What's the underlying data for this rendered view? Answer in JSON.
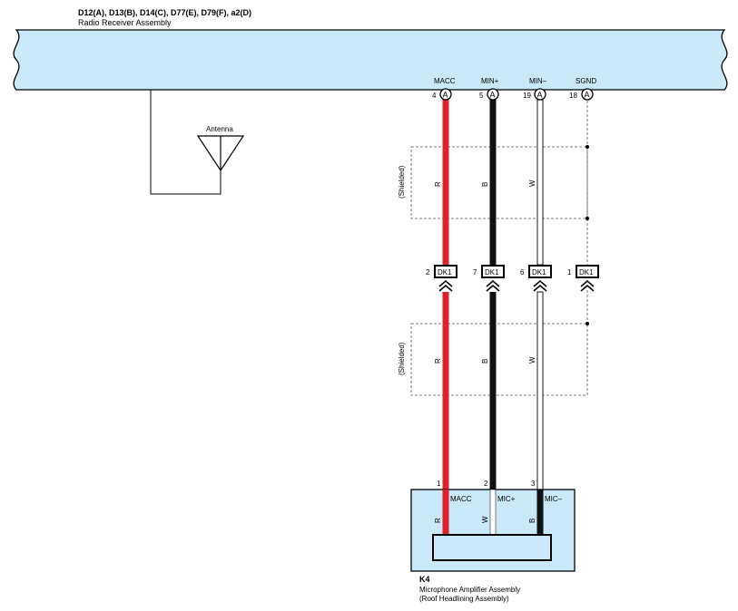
{
  "radio": {
    "connectors": "D12(A), D13(B), D14(C), D77(E), D79(F), a2(D)",
    "name": "Radio Receiver Assembly"
  },
  "antenna": {
    "label": "Antenna"
  },
  "colors": {
    "assembly_fill": "#c9e8f8",
    "red_wire": "#e0202a",
    "black_wire": "#111111",
    "white_wire": "#ffffff",
    "outline": "#000000",
    "shield_line": "#555555"
  },
  "terminals": [
    {
      "signal": "MACC",
      "pin": "4",
      "connector": "A"
    },
    {
      "signal": "MIN+",
      "pin": "5",
      "connector": "A"
    },
    {
      "signal": "MIN–",
      "pin": "19",
      "connector": "A"
    },
    {
      "signal": "SGND",
      "pin": "18",
      "connector": "A"
    }
  ],
  "shield": {
    "label": "(Shielded)"
  },
  "wire_colors_upper": [
    "R",
    "B",
    "W"
  ],
  "wire_colors_lower": [
    "R",
    "B",
    "W"
  ],
  "junction": {
    "name": "DK1",
    "pins": [
      "2",
      "7",
      "6",
      "1"
    ]
  },
  "mic_amp": {
    "code": "K4",
    "name": "Microphone Amplifier Assembly",
    "location": "(Roof Headlining Assembly)",
    "pins": [
      {
        "number": "1",
        "signal": "MACC",
        "wire_color": "R"
      },
      {
        "number": "2",
        "signal": "MIC+",
        "wire_color": "W"
      },
      {
        "number": "3",
        "signal": "MIC–",
        "wire_color": "B"
      }
    ]
  }
}
